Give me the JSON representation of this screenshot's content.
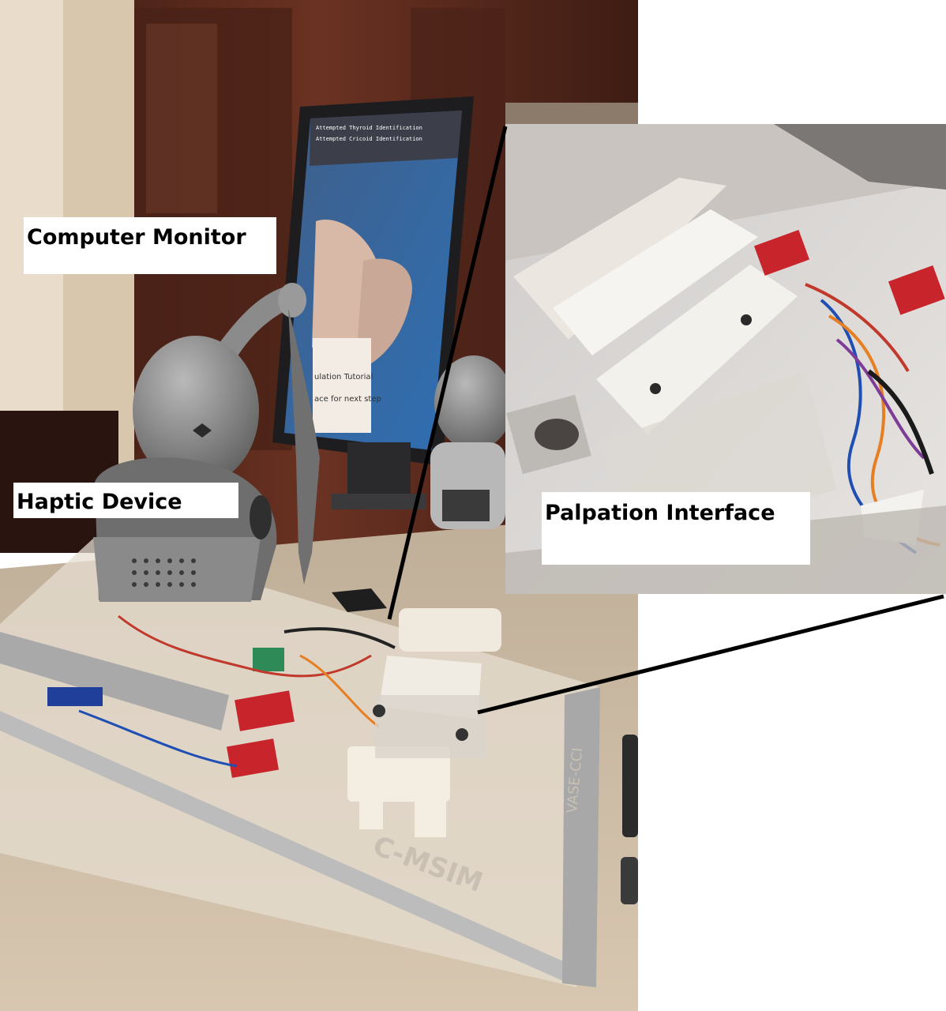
{
  "labels": {
    "computer_monitor": "Computer Monitor",
    "haptic_device": "Haptic Device",
    "palpation_interface": "Palpation Interface"
  },
  "screen_text": {
    "line1": "Attempted Thyroid Identification",
    "line2": "Attempted Cricoid Identification",
    "dialog_title": "ulation Tutorial",
    "dialog_text": "ace for next step"
  },
  "frame_engraving": {
    "logo": "C-MSIM",
    "side": "VASE-CCI"
  },
  "colors": {
    "wood": "#5a2a1c",
    "table": "#cdbba6",
    "label_bg": "#ffffff",
    "board_red": "#c8242b"
  }
}
